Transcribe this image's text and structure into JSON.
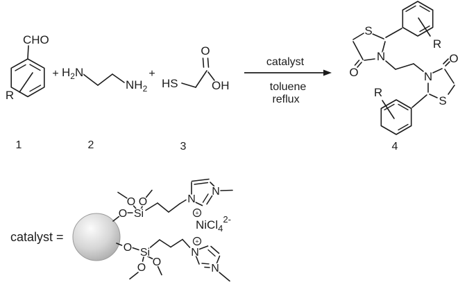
{
  "colors": {
    "line_color": "#1c1c1c",
    "background": "#ffffff",
    "sphere_light": "#fbfbfb",
    "sphere_mid": "#d6d6d6",
    "sphere_dark": "#a6a6a6"
  },
  "atoms": {
    "sulfur": "S",
    "nitrogen": "N",
    "oxygen": "O",
    "silicon": "Si",
    "r_group": "R",
    "plus": "+"
  },
  "reactants": {
    "benzaldehyde": {
      "aldehyde_group": "CHO",
      "number": "1"
    },
    "ethylenediamine": {
      "amine_h": "H",
      "amine_sub": "2",
      "amine_n": "N",
      "amine_nh": "NH",
      "number": "2"
    },
    "thioglycolic_acid": {
      "thiol_group": "HS",
      "hydroxyl_group": "OH",
      "number": "3"
    }
  },
  "arrow": {
    "above": "catalyst",
    "below_line1": "toluene",
    "below_line2": "reflux"
  },
  "product": {
    "number": "4"
  },
  "catalyst": {
    "label": "catalyst =",
    "counterion_main": "NiCl",
    "counterion_subscript": "4",
    "counterion_superscript": "2-"
  }
}
